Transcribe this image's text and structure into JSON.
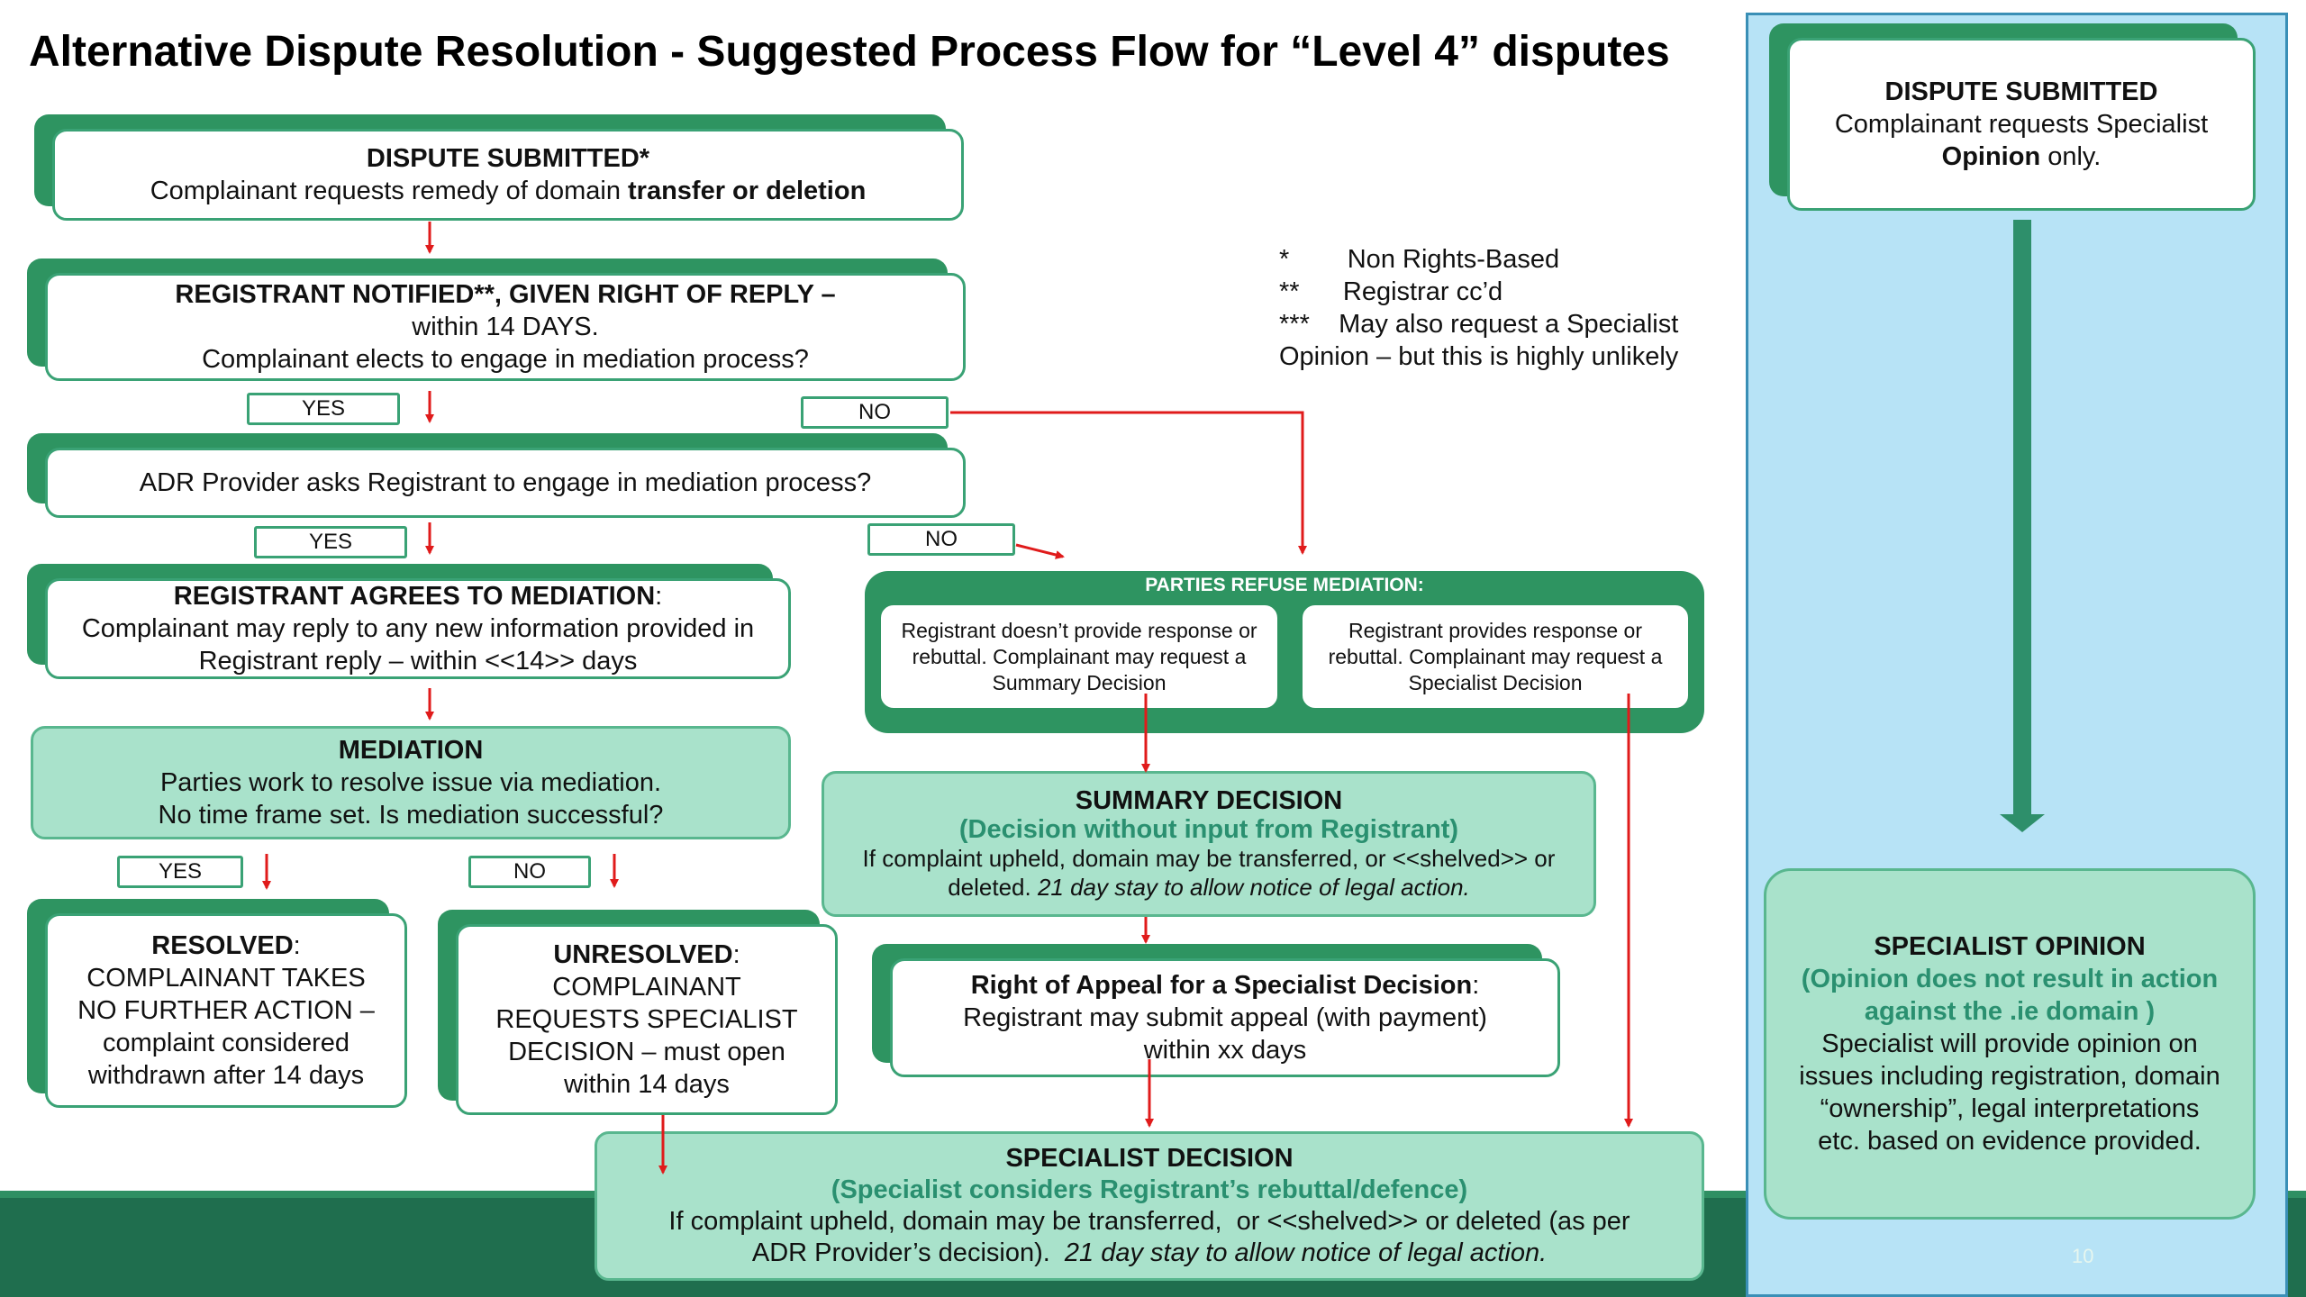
{
  "title": "Alternative Dispute Resolution - Suggested Process Flow for “Level 4” disputes",
  "dispute_submitted": {
    "heading": "DISPUTE SUBMITTED*",
    "text_pre": "Complainant requests remedy of domain ",
    "text_bold": "transfer or deletion"
  },
  "registrant_notified": {
    "heading": "REGISTRANT NOTIFIED**, GIVEN RIGHT OF REPLY –",
    "line2": "within 14 DAYS.",
    "line3": "Complainant elects to engage in mediation process?"
  },
  "yes1": "YES",
  "no1": "NO",
  "adr_provider": "ADR Provider asks Registrant to engage in mediation process?",
  "yes2": "YES",
  "no2": "NO",
  "registrant_agrees": {
    "heading": "REGISTRANT AGREES TO MEDIATION",
    "colon": ":",
    "line2": "Complainant may reply to any new information provided in",
    "line3": "Registrant reply – within <<14>> days"
  },
  "mediation": {
    "heading": "MEDIATION",
    "line2": "Parties work to resolve issue via mediation.",
    "line3": "No time frame set. Is mediation successful?"
  },
  "yes3": "YES",
  "no3": "NO",
  "resolved": {
    "heading": "RESOLVED",
    "colon": ":",
    "line2": "COMPLAINANT TAKES",
    "line3": "NO FURTHER ACTION –",
    "line4": "complaint considered",
    "line5": "withdrawn after 14 days"
  },
  "unresolved": {
    "heading": "UNRESOLVED",
    "colon": ":",
    "line2": "COMPLAINANT",
    "line3": "REQUESTS SPECIALIST",
    "line4": "DECISION – must open",
    "line5": "within 14 days"
  },
  "notes": {
    "n1": "*        Non Rights-Based",
    "n2": "**      Registrar cc’d",
    "n3": "***    May also request a Specialist",
    "n4": "Opinion – but this is highly unlikely"
  },
  "parties_refuse": {
    "title": "PARTIES REFUSE MEDIATION:",
    "left": "Registrant doesn’t provide response or rebuttal. Complainant may request a Summary Decision",
    "right": "Registrant provides response or rebuttal. Complainant may request a Specialist Decision"
  },
  "summary_decision": {
    "heading": "SUMMARY DECISION",
    "subheading": "(Decision without input from Registrant)",
    "line3": "If complaint upheld, domain may be transferred, or <<shelved>> or",
    "line4_pre": "deleted. ",
    "line4_italic": "21 day stay to allow notice of legal action."
  },
  "right_of_appeal": {
    "heading": "Right of Appeal for a Specialist Decision",
    "colon": ":",
    "line2": "Registrant may submit appeal (with payment)",
    "line3": "within xx days"
  },
  "specialist_decision": {
    "heading": "SPECIALIST DECISION",
    "subheading": "(Specialist considers Registrant’s rebuttal/defence)",
    "line3": "If complaint upheld, domain may be transferred,  or <<shelved>> or deleted (as per",
    "line4_pre": "ADR Provider’s decision).  ",
    "line4_italic": "21 day stay to allow notice of legal action."
  },
  "right_panel": {
    "dispute": {
      "heading": "DISPUTE SUBMITTED",
      "line2": "Complainant requests Specialist",
      "line3_bold": "Opinion",
      "line3_rest": " only."
    },
    "opinion": {
      "heading": "SPECIALIST OPINION",
      "sub1": "(Opinion does not result in action",
      "sub2": "against the .ie domain )",
      "line4": "Specialist will provide opinion on",
      "line5": "issues including registration, domain",
      "line6": "“ownership”, legal interpretations",
      "line7": "etc. based on evidence provided."
    }
  },
  "page_number": "10",
  "colors": {
    "accent_green": "#2e9461",
    "light_green": "#a9e2cb",
    "arrow_red": "#e01b1b",
    "panel_blue": "#b7e3f6",
    "footer_green": "#1f6e4e"
  }
}
